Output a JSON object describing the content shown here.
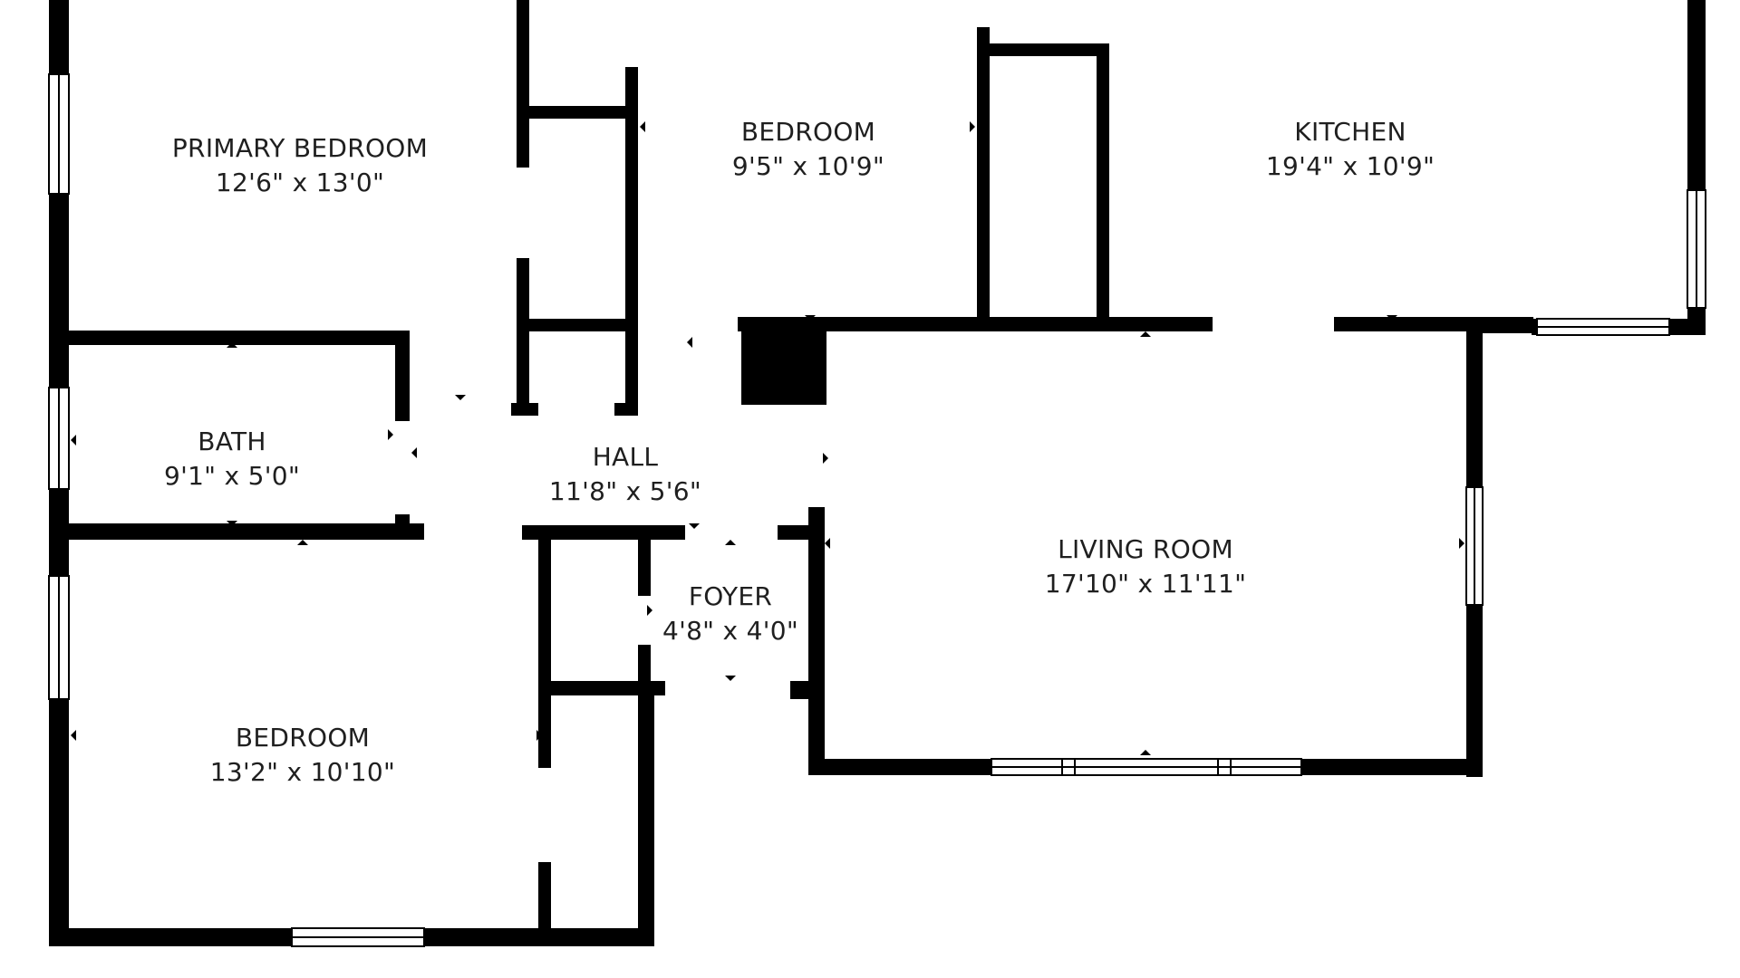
{
  "rooms": {
    "primary_bedroom": {
      "name": "PRIMARY BEDROOM",
      "dims": "12'6\" x 13'0\""
    },
    "bedroom_top": {
      "name": "BEDROOM",
      "dims": "9'5\" x 10'9\""
    },
    "kitchen": {
      "name": "KITCHEN",
      "dims": "19'4\" x 10'9\""
    },
    "bath": {
      "name": "BATH",
      "dims": "9'1\" x 5'0\""
    },
    "hall": {
      "name": "HALL",
      "dims": "11'8\" x 5'6\""
    },
    "living_room": {
      "name": "LIVING ROOM",
      "dims": "17'10\" x 11'11\""
    },
    "foyer": {
      "name": "FOYER",
      "dims": "4'8\" x 4'0\""
    },
    "bedroom_bottom": {
      "name": "BEDROOM",
      "dims": "13'2\" x 10'10\""
    }
  },
  "colors": {
    "wall": "#000000",
    "background": "#ffffff",
    "label": "#1f1f1f"
  }
}
